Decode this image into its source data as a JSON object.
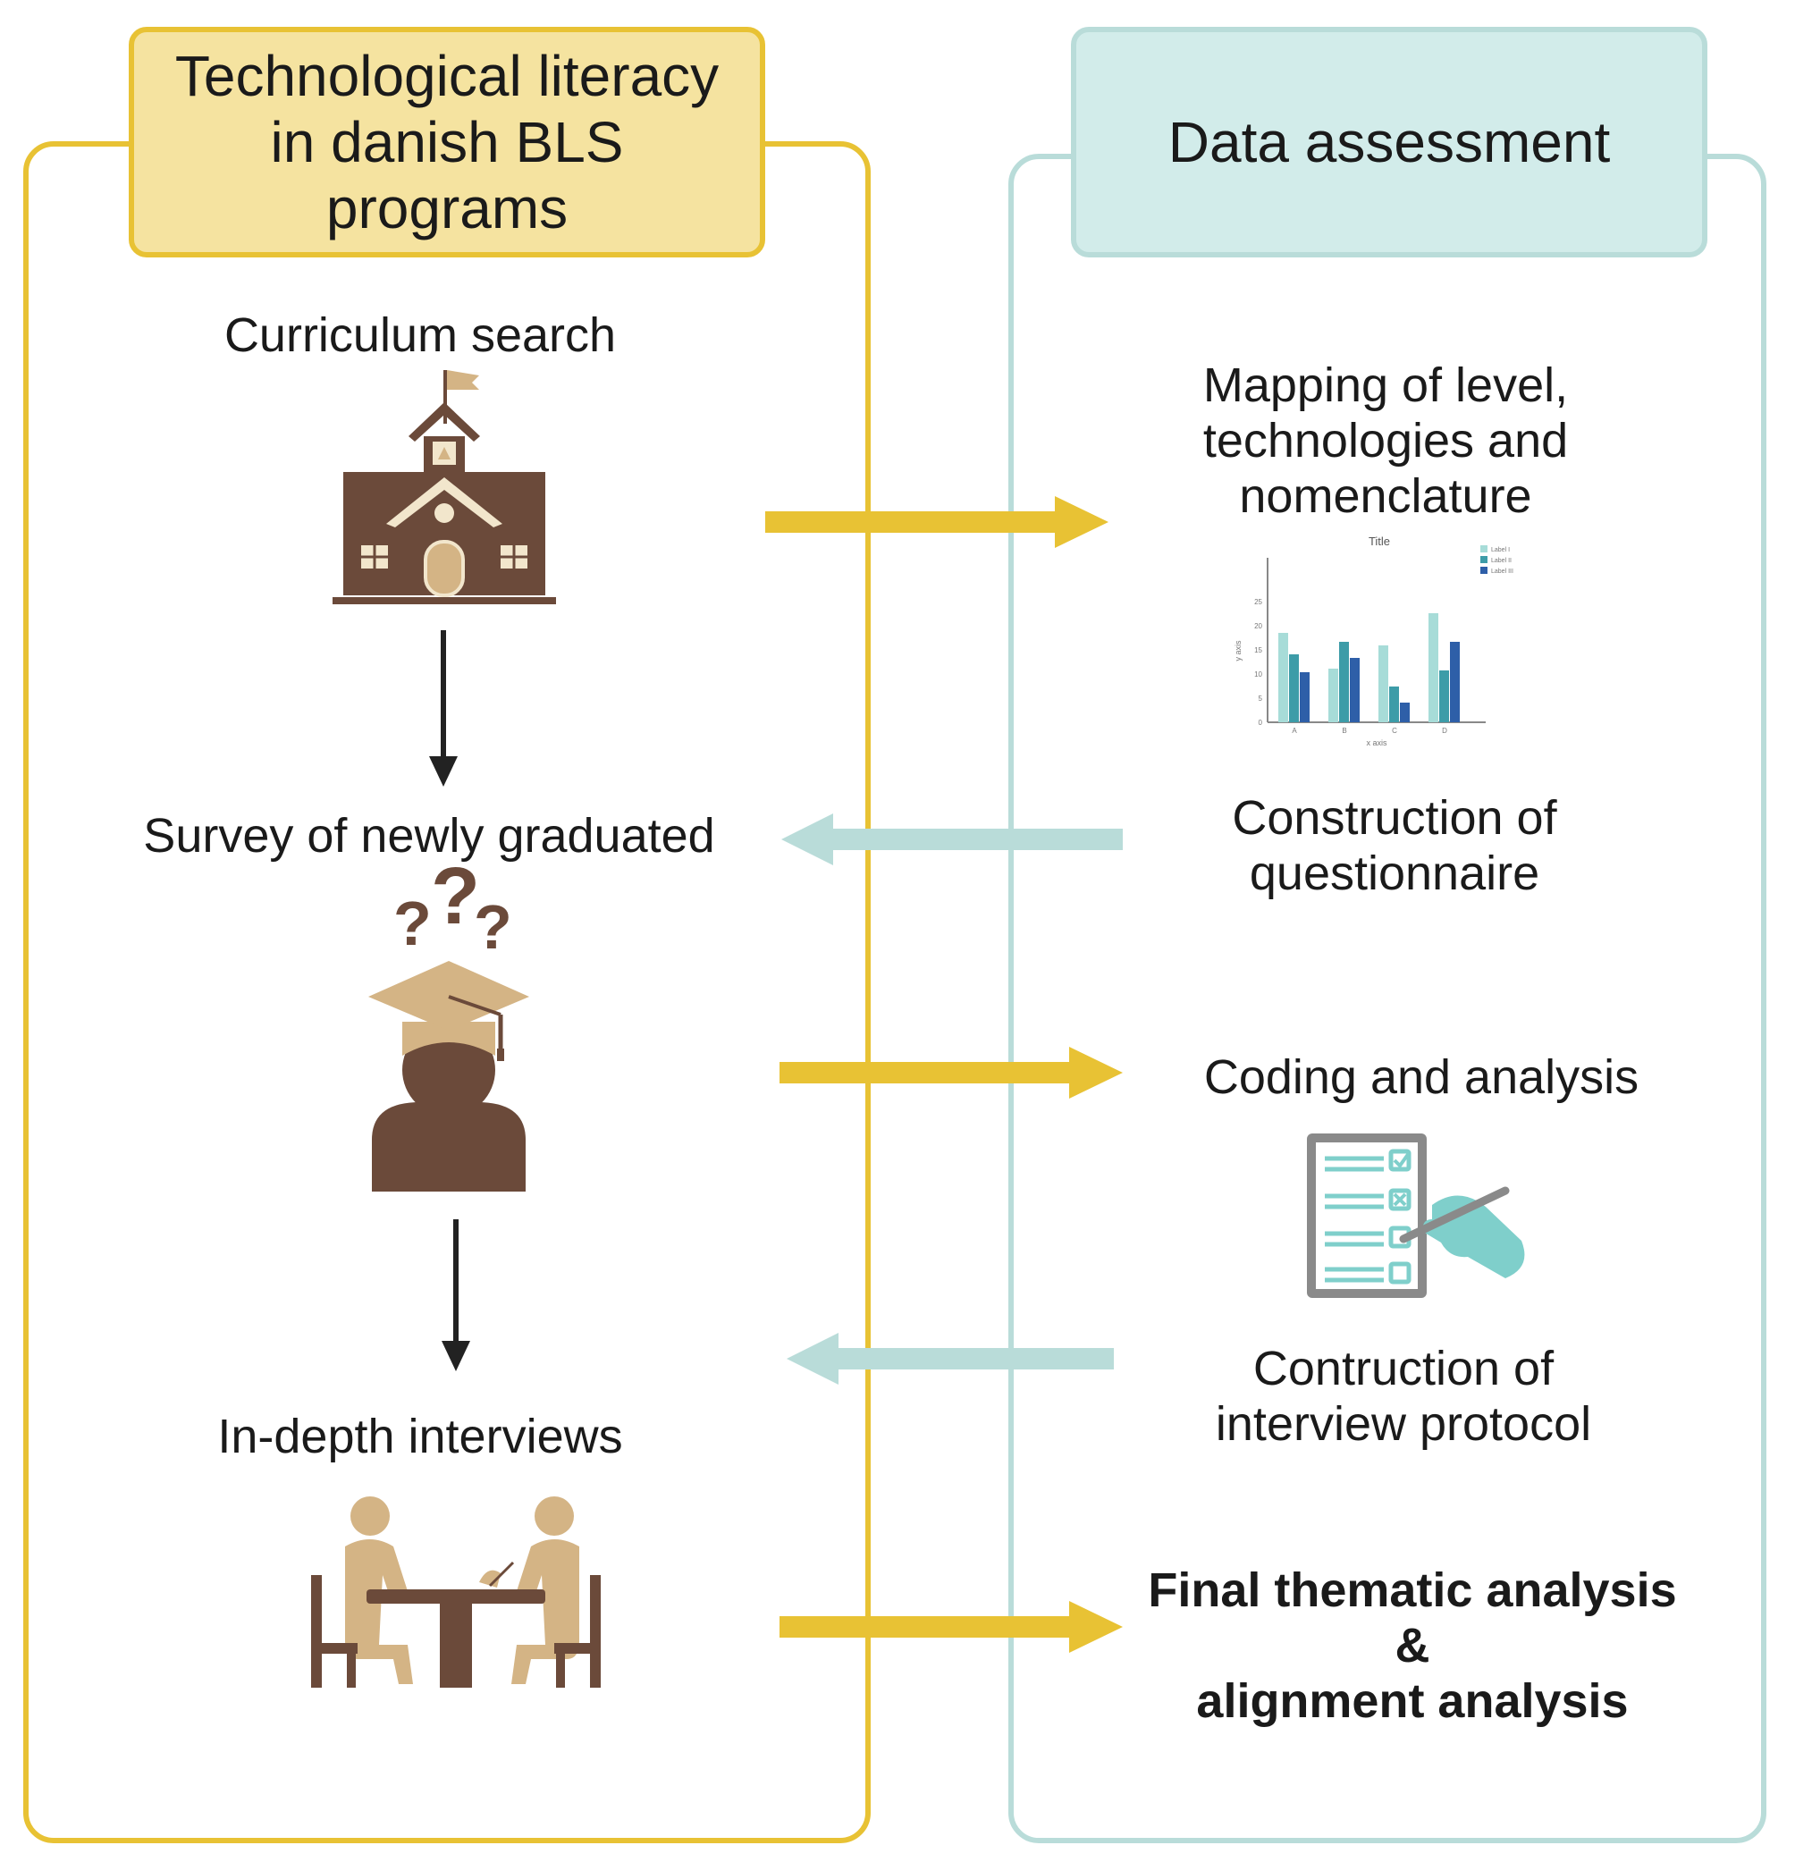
{
  "left_column": {
    "header": "Technological literacy in danish BLS programs",
    "steps": [
      {
        "label": "Curriculum search",
        "icon": "school-building-icon"
      },
      {
        "label": "Survey of newly graduated",
        "icon": "graduate-question-icon"
      },
      {
        "label": "In-depth interviews",
        "icon": "interview-table-icon"
      }
    ]
  },
  "right_column": {
    "header": "Data assessment",
    "steps": [
      {
        "label": "Mapping of level,\ntechnologies and\nnomenclature",
        "icon": "bar-chart-icon"
      },
      {
        "label": "Construction of\nquestionnaire"
      },
      {
        "label": "Coding and analysis",
        "icon": "checklist-icon"
      },
      {
        "label": "Contruction of\ninterview protocol"
      },
      {
        "label": "Final thematic analysis\n&\nalignment analysis"
      }
    ]
  },
  "mini_chart": {
    "title": "Title",
    "ylabel": "y axis",
    "xlabel": "x axis",
    "categories": [
      "A",
      "B",
      "C",
      "D"
    ],
    "legend": [
      "Label I",
      "Label II",
      "Label III"
    ],
    "yticks": [
      "0",
      "5",
      "10",
      "15",
      "20",
      "25"
    ]
  },
  "colors": {
    "yellow": "#E8C234",
    "yellow_fill": "#F5E3A0",
    "teal": "#B9DCD9",
    "teal_fill": "#D2ECEA",
    "brown": "#6B4A3A",
    "tan": "#D4B485",
    "arrow_black": "#222222"
  }
}
